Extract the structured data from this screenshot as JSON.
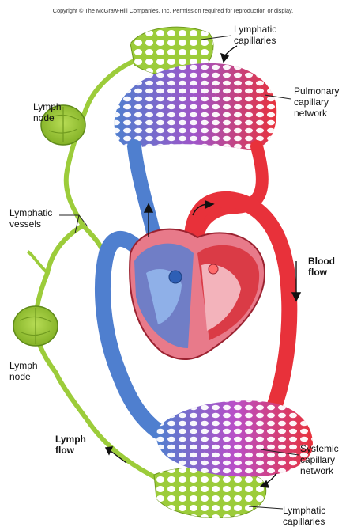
{
  "copyright": "Copyright © The McGraw-Hill Companies, Inc. Permission required for reproduction or display.",
  "labels": {
    "lymphatic_capillaries_top": "Lymphatic\ncapillaries",
    "pulmonary_capillary_network": "Pulmonary\ncapillary\nnetwork",
    "lymph_node_top": "Lymph\nnode",
    "lymphatic_vessels": "Lymphatic\nvessels",
    "blood_flow": "Blood\nflow",
    "lymph_node_bottom": "Lymph\nnode",
    "lymph_flow": "Lymph\nflow",
    "systemic_capillary_network": "Systemic\ncapillary\nnetwork",
    "lymphatic_capillaries_bottom": "Lymphatic\ncapillaries"
  },
  "colors": {
    "lymph": "#9ccc3a",
    "lymph_dark": "#5f8a1a",
    "artery": "#e8313a",
    "vein": "#4f7fcf",
    "capillary_mid": "#9b57c8"
  }
}
